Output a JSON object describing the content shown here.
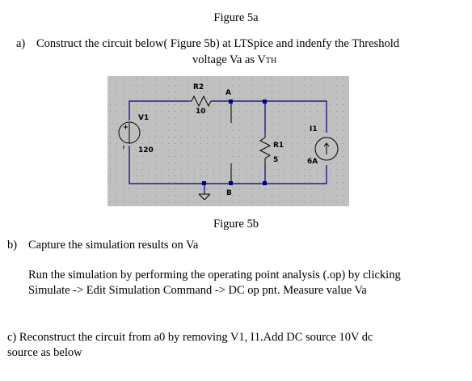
{
  "fig5a_title": "Figure 5a",
  "part_a": {
    "letter": "a)",
    "line1": "Construct the circuit below( Figure 5b) at LTSpice  and indenfy the Threshold",
    "line2": "voltage Va as V",
    "line2_sub": "TH"
  },
  "schematic": {
    "background": "#c0c0c0",
    "wire_color": "#000080",
    "labels": {
      "r2_name": "R2",
      "r2_value": "10",
      "node_a": "A",
      "node_b": "B",
      "v1_name": "V1",
      "v1_value": "120",
      "r1_name": "R1",
      "r1_value": "5",
      "i1_name": "I1",
      "i1_value": "6A"
    }
  },
  "fig5b_title": "Figure 5b",
  "part_b": {
    "letter": "b)",
    "line1": "Capture the simulation results on Va",
    "para1": "Run the simulation by performing the operating point analysis  (.op) by clicking",
    "para2": "Simulate -> Edit Simulation Command -> DC op pnt. Measure value Va"
  },
  "part_c": {
    "line1": "c) Reconstruct the circuit  from a0 by removing V1, I1.Add DC source 10V dc",
    "line2": "source as below"
  }
}
